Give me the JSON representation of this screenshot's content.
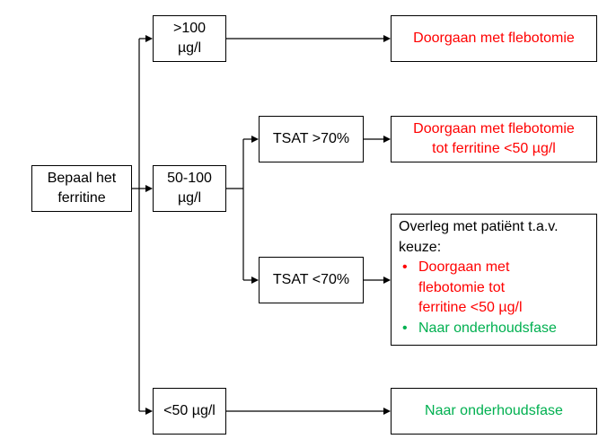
{
  "start": {
    "lines": [
      "Bepaal het",
      "ferritine"
    ]
  },
  "levels": {
    "high": {
      "lines": [
        ">100",
        "µg/l"
      ]
    },
    "mid": {
      "lines": [
        "50-100",
        "µg/l"
      ]
    },
    "low": {
      "text": "<50 µg/l"
    }
  },
  "tsat": {
    "above": {
      "text": "TSAT >70%"
    },
    "below": {
      "text": "TSAT <70%"
    }
  },
  "outcomes": {
    "high": {
      "text": "Doorgaan met flebotomie",
      "color": "#ff0000"
    },
    "tsat_above": {
      "lines": [
        "Doorgaan met flebotomie",
        "tot ferritine <50 µg/l"
      ],
      "color": "#ff0000"
    },
    "tsat_below": {
      "intro_lines": [
        "Overleg met patiënt t.a.v.",
        "keuze:"
      ],
      "bullets": [
        {
          "symbol": "•",
          "lines": [
            "Doorgaan met",
            "flebotomie tot",
            "ferritine <50 µg/l"
          ],
          "color": "#ff0000"
        },
        {
          "symbol": "•",
          "lines": [
            "Naar onderhoudsfase"
          ],
          "color": "#00b050"
        }
      ]
    },
    "low": {
      "text": "Naar onderhoudsfase",
      "color": "#00b050"
    }
  },
  "icons": {
    "connector": "arrow-connector"
  }
}
